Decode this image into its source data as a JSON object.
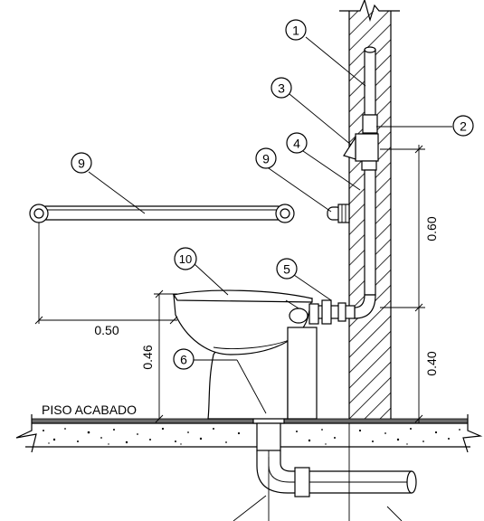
{
  "labels": {
    "floor": "PISO ACABADO"
  },
  "dimensions": {
    "bar_height": "0.60",
    "valve_height": "0.40",
    "bar_offset": "0.50",
    "bowl_height": "0.46"
  },
  "callouts": [
    {
      "id": "c1",
      "number": "1"
    },
    {
      "id": "c2",
      "number": "2"
    },
    {
      "id": "c3",
      "number": "3"
    },
    {
      "id": "c4",
      "number": "4"
    },
    {
      "id": "c5",
      "number": "5"
    },
    {
      "id": "c6",
      "number": "6"
    },
    {
      "id": "c9a",
      "number": "9"
    },
    {
      "id": "c9b",
      "number": "9"
    },
    {
      "id": "c10",
      "number": "10"
    }
  ]
}
